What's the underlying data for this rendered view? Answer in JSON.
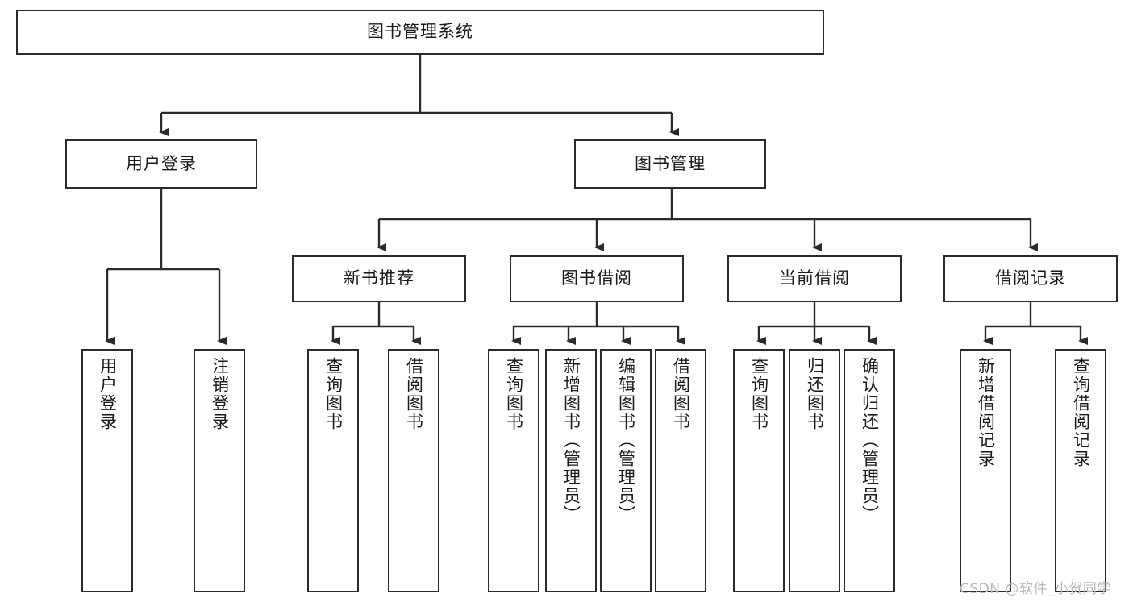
{
  "diagram": {
    "title": "图书管理系统",
    "type": "tree-hierarchy",
    "orientation": "top-down",
    "theme": {
      "background": "#ffffff",
      "node_fill": "#ffffff",
      "node_border": "#2b2b2b",
      "edge_color": "#2b2b2b",
      "text_color": "#1a1a1a",
      "watermark_color": "#b9b9b9"
    },
    "watermark": "CSDN @软件_小贺同学",
    "levels": [
      {
        "level": 1,
        "nodes": [
          {
            "id": "root",
            "label": "图书管理系统",
            "orientation": "horizontal"
          }
        ]
      },
      {
        "level": 2,
        "nodes": [
          {
            "id": "login",
            "label": "用户登录",
            "orientation": "horizontal",
            "parent": "root"
          },
          {
            "id": "bookmgmt",
            "label": "图书管理",
            "orientation": "horizontal",
            "parent": "root"
          }
        ]
      },
      {
        "level": 3,
        "nodes": [
          {
            "id": "newbook",
            "label": "新书推荐",
            "orientation": "horizontal",
            "parent": "bookmgmt"
          },
          {
            "id": "borrow",
            "label": "图书借阅",
            "orientation": "horizontal",
            "parent": "bookmgmt"
          },
          {
            "id": "current",
            "label": "当前借阅",
            "orientation": "horizontal",
            "parent": "bookmgmt"
          },
          {
            "id": "record",
            "label": "借阅记录",
            "orientation": "horizontal",
            "parent": "bookmgmt"
          }
        ]
      },
      {
        "level": 4,
        "nodes": [
          {
            "id": "leaf1",
            "label": "用户登录",
            "orientation": "vertical",
            "parent": "login"
          },
          {
            "id": "leaf2",
            "label": "注销登录",
            "orientation": "vertical",
            "parent": "login"
          },
          {
            "id": "leaf3",
            "label": "查询图书",
            "orientation": "vertical",
            "parent": "newbook"
          },
          {
            "id": "leaf4",
            "label": "借阅图书",
            "orientation": "vertical",
            "parent": "newbook"
          },
          {
            "id": "leaf5",
            "label": "查询图书",
            "orientation": "vertical",
            "parent": "borrow"
          },
          {
            "id": "leaf6",
            "label": "新增图书（管理员）",
            "orientation": "vertical",
            "parent": "borrow"
          },
          {
            "id": "leaf7",
            "label": "编辑图书（管理员）",
            "orientation": "vertical",
            "parent": "borrow"
          },
          {
            "id": "leaf8",
            "label": "借阅图书",
            "orientation": "vertical",
            "parent": "borrow"
          },
          {
            "id": "leaf9",
            "label": "查询图书",
            "orientation": "vertical",
            "parent": "current"
          },
          {
            "id": "leaf10",
            "label": "归还图书",
            "orientation": "vertical",
            "parent": "current"
          },
          {
            "id": "leaf11",
            "label": "确认归还（管理员）",
            "orientation": "vertical",
            "parent": "current"
          },
          {
            "id": "leaf12",
            "label": "新增借阅记录",
            "orientation": "vertical",
            "parent": "record"
          },
          {
            "id": "leaf13",
            "label": "查询借阅记录",
            "orientation": "vertical",
            "parent": "record"
          }
        ]
      }
    ],
    "edges": [
      {
        "from": "root",
        "to": "login"
      },
      {
        "from": "root",
        "to": "bookmgmt"
      },
      {
        "from": "bookmgmt",
        "to": "newbook"
      },
      {
        "from": "bookmgmt",
        "to": "borrow"
      },
      {
        "from": "bookmgmt",
        "to": "current"
      },
      {
        "from": "bookmgmt",
        "to": "record"
      },
      {
        "from": "login",
        "to": "leaf1"
      },
      {
        "from": "login",
        "to": "leaf2"
      },
      {
        "from": "newbook",
        "to": "leaf3"
      },
      {
        "from": "newbook",
        "to": "leaf4"
      },
      {
        "from": "borrow",
        "to": "leaf5"
      },
      {
        "from": "borrow",
        "to": "leaf6"
      },
      {
        "from": "borrow",
        "to": "leaf7"
      },
      {
        "from": "borrow",
        "to": "leaf8"
      },
      {
        "from": "current",
        "to": "leaf9"
      },
      {
        "from": "current",
        "to": "leaf10"
      },
      {
        "from": "current",
        "to": "leaf11"
      },
      {
        "from": "record",
        "to": "leaf12"
      },
      {
        "from": "record",
        "to": "leaf13"
      }
    ]
  }
}
